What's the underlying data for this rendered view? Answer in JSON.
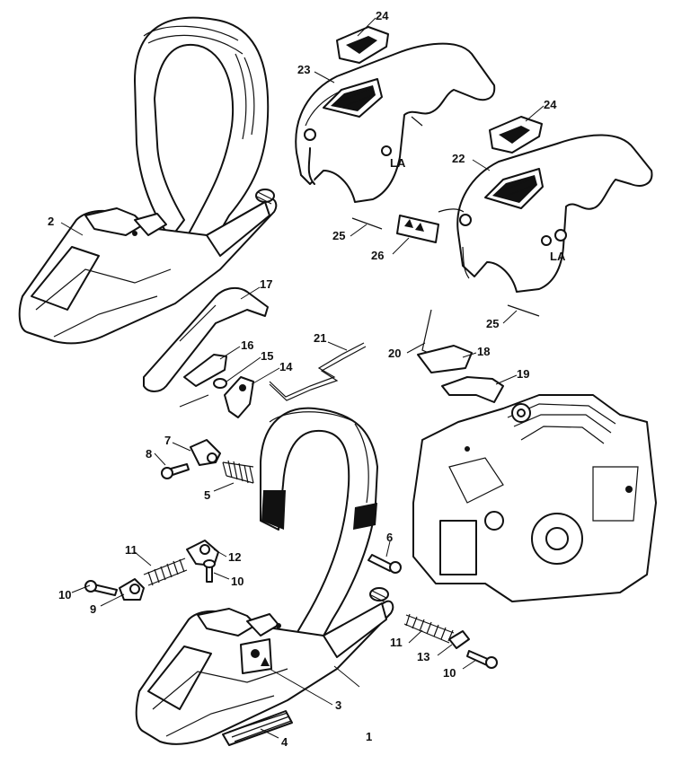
{
  "diagram": {
    "colors": {
      "line": "#111111",
      "background": "#ffffff"
    },
    "callouts": [
      "1",
      "2",
      "3",
      "4",
      "5",
      "6",
      "7",
      "8",
      "9",
      "10",
      "10",
      "10",
      "11",
      "11",
      "12",
      "13",
      "14",
      "15",
      "16",
      "17",
      "18",
      "19",
      "20",
      "21",
      "22",
      "23",
      "24",
      "24",
      "25",
      "25",
      "26"
    ],
    "cover_marks": {
      "left_cover": "LA",
      "right_cover": "LA"
    }
  }
}
